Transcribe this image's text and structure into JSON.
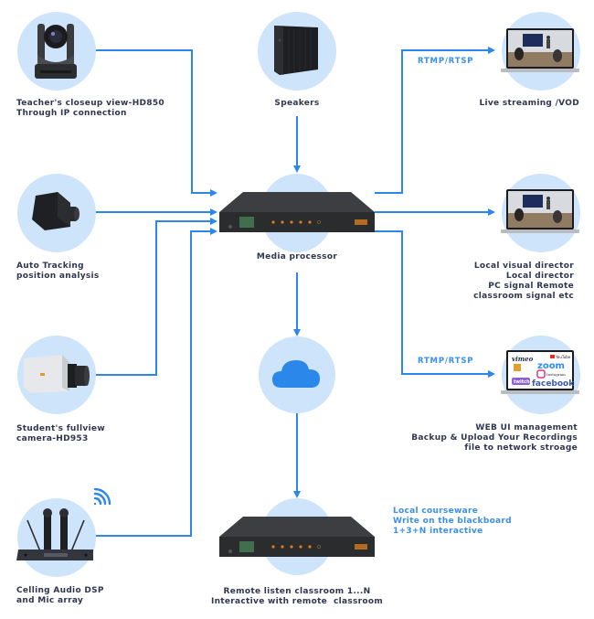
{
  "colors": {
    "wire": "#2b87ea",
    "circle": "#cde4fb",
    "label": "#2f3650",
    "accent_text": "#3a8fe8",
    "device_body": "#2d2e30",
    "device_led": "#e07a1a"
  },
  "nodes": {
    "teacher_camera": {
      "icon": "ptz-camera-icon",
      "label": "Teacher's closeup view-HD850\nThrough IP connection"
    },
    "speakers": {
      "icon": "speaker-icon",
      "label": "Speakers"
    },
    "live_streaming": {
      "icon": "laptop-icon",
      "label": "Live streaming /VOD"
    },
    "auto_tracking": {
      "icon": "tracking-camera-icon",
      "label": "Auto Tracking\nposition analysis"
    },
    "media_processor": {
      "icon": "media-processor-icon",
      "label": "Media processor"
    },
    "local_director": {
      "icon": "laptop-icon",
      "label": "Local visual director\nLocal director\nPC signal Remote\nclassroom signal etc"
    },
    "student_camera": {
      "icon": "box-camera-icon",
      "label": "Student's fullview\ncamera-HD953"
    },
    "cloud": {
      "icon": "cloud-icon",
      "label": ""
    },
    "web_ui": {
      "icon": "laptop-platforms-icon",
      "label": "WEB UI management\nBackup & Upload Your Recordings\nfile to network stroage",
      "platforms": [
        "vimeo",
        "zoom",
        "YouTube",
        "Instagram",
        "twitch",
        "facebook"
      ]
    },
    "ceiling_audio": {
      "icon": "wireless-mic-icon",
      "label": "Celling Audio DSP\nand Mic array"
    },
    "remote_classroom": {
      "icon": "media-processor-icon",
      "label": "Remote listen classroom 1...N\nInteractive with remote  classroom"
    }
  },
  "protocols": {
    "top": "RTMP/RTSP",
    "bottom": "RTMP/RTSP"
  },
  "notes": {
    "local_courseware": "Local courseware\nWrite on the blackboard\n1+3+N interactive"
  }
}
